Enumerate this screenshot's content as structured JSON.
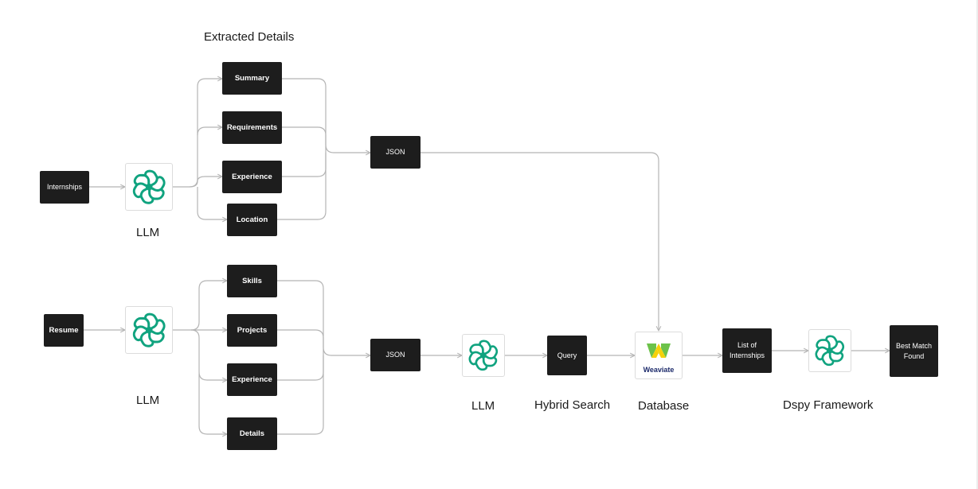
{
  "title": "Extracted Details",
  "top_row": {
    "input": "Internships",
    "llm_label": "LLM",
    "fields": [
      "Summary",
      "Requirements",
      "Experience",
      "Location"
    ],
    "output": "JSON"
  },
  "bottom_row": {
    "input": "Resume",
    "llm_label": "LLM",
    "fields": [
      "Skills",
      "Projects",
      "Experience",
      "Details"
    ],
    "output": "JSON"
  },
  "pipeline": {
    "llm_label": "LLM",
    "query": "Query",
    "query_label": "Hybrid Search",
    "database_logo_text": "Weaviate",
    "database_label": "Database",
    "list": "List of Internships",
    "dspy_label": "Dspy Framework",
    "result": "Best Match Found"
  },
  "colors": {
    "box": "#1d1d1d",
    "connector": "#b5b5b5",
    "openai_green": "#10a37f",
    "weaviate_green": "#6cc24a",
    "weaviate_yellow": "#f5d10a",
    "weaviate_navy": "#1d2b6b"
  },
  "icons": [
    "openai-logo-icon",
    "weaviate-logo-icon"
  ]
}
